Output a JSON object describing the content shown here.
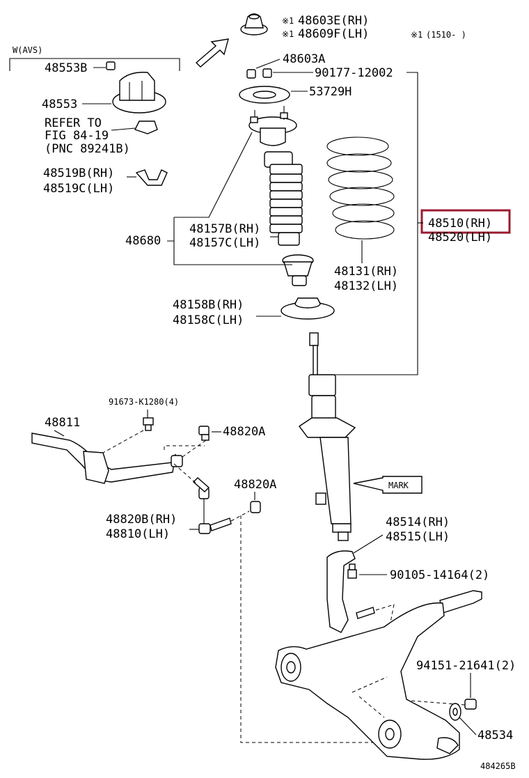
{
  "labels": {
    "p48603E": "48603E(RH)",
    "p48609F": "48609F(LH)",
    "mark1a": "※1",
    "mark1b": "※1",
    "note_prefix": "※1",
    "note_date": "(1510-     )",
    "wavs": "W(AVS)",
    "p48553B": "48553B",
    "p48603A": "48603A",
    "p90177": "90177-12002",
    "p53729H": "53729H",
    "p48553": "48553",
    "refer_line1": "REFER TO",
    "refer_line2": "FIG 84-19",
    "refer_line3": "(PNC 89241B)",
    "p48519B": "48519B(RH)",
    "p48519C": "48519C(LH)",
    "p48510": "48510(RH)",
    "p48520": "48520(LH)",
    "p48680": "48680",
    "p48157B": "48157B(RH)",
    "p48157C": "48157C(LH)",
    "p48131": "48131(RH)",
    "p48132": "48132(LH)",
    "p48158B": "48158B(RH)",
    "p48158C": "48158C(LH)",
    "p91673": "91673-K1280(4)",
    "p48811": "48811",
    "p48820A_1": "48820A",
    "p48820A_2": "48820A",
    "mark_label": "MARK",
    "p48820B": "48820B(RH)",
    "p48810": "48810(LH)",
    "p48514": "48514(RH)",
    "p48515": "48515(LH)",
    "p90105": "90105-14164(2)",
    "p94151": "94151-21641(2)",
    "p48534": "48534",
    "figure_code": "484265B"
  },
  "highlight": {
    "part": "48510(RH)",
    "color": "#9b1b30"
  }
}
